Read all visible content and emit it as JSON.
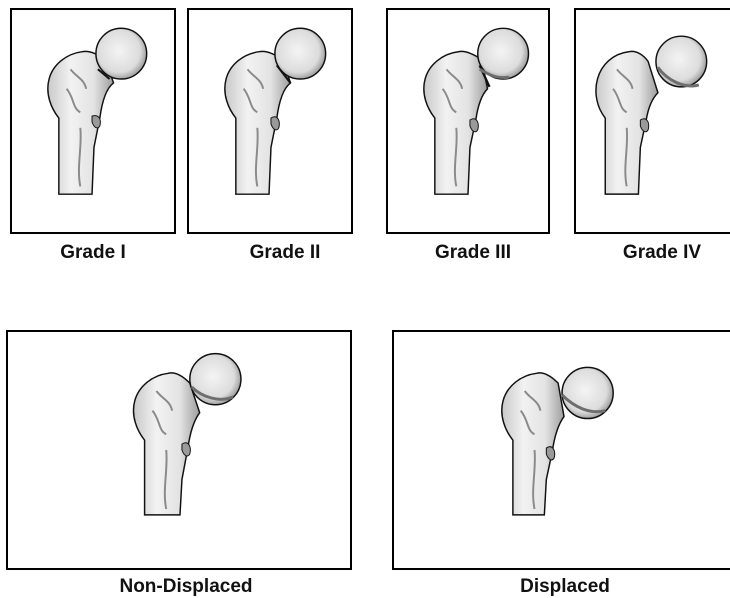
{
  "top_row": {
    "panels": [
      {
        "label": "Grade I"
      },
      {
        "label": "Grade II"
      },
      {
        "label": "Grade III"
      },
      {
        "label": "Grade IV"
      }
    ]
  },
  "bottom_row": {
    "panels": [
      {
        "label": "Non-Displaced"
      },
      {
        "label": "Displaced"
      }
    ]
  },
  "colors": {
    "bone_fill": "#e6e6e6",
    "bone_shadow": "#8a8a8a",
    "outline": "#111111",
    "frame": "#000000"
  }
}
